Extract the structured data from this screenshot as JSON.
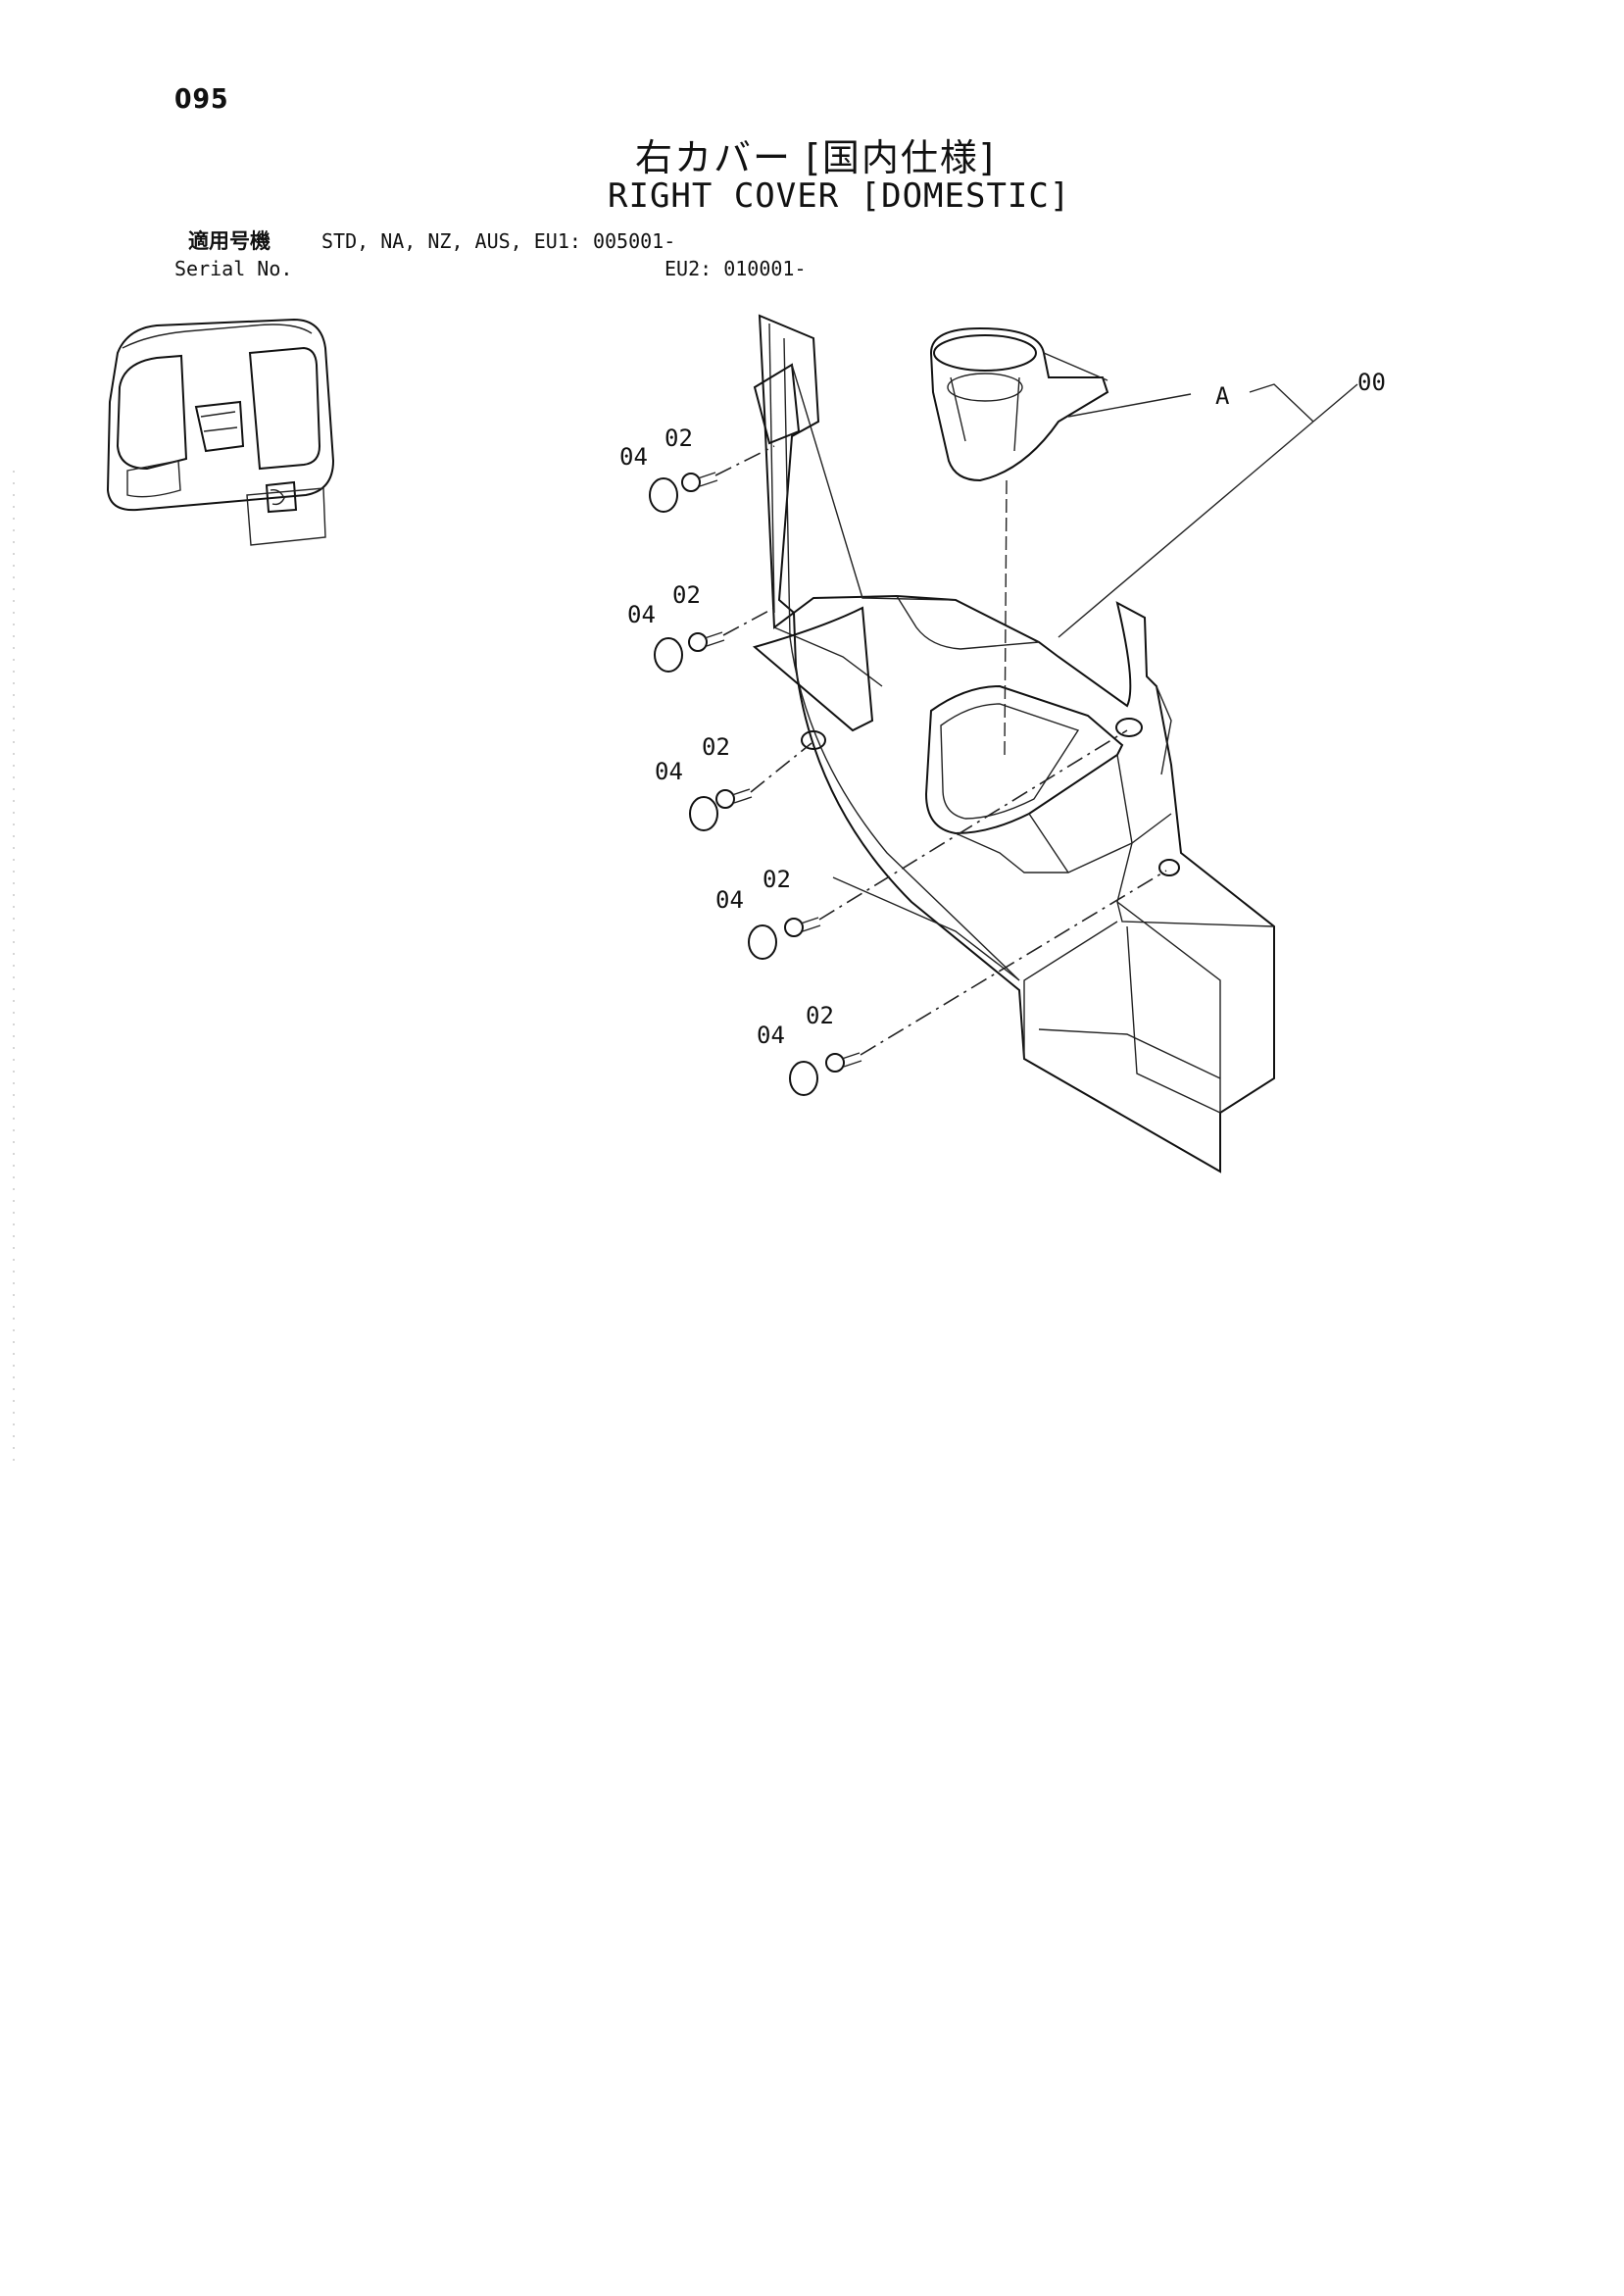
{
  "page_number": "095",
  "title_jp": "右カバー [国内仕様]",
  "title_en": "RIGHT COVER [DOMESTIC]",
  "serial": {
    "label_jp": "適用号機",
    "label_en": "Serial No.",
    "models_line": "STD, NA, NZ, AUS, EU1: 005001-",
    "eu2_line": "EU2: 010001-"
  },
  "callouts": {
    "part_00": "00",
    "part_a": "A",
    "bolt": "02",
    "cap": "04"
  }
}
